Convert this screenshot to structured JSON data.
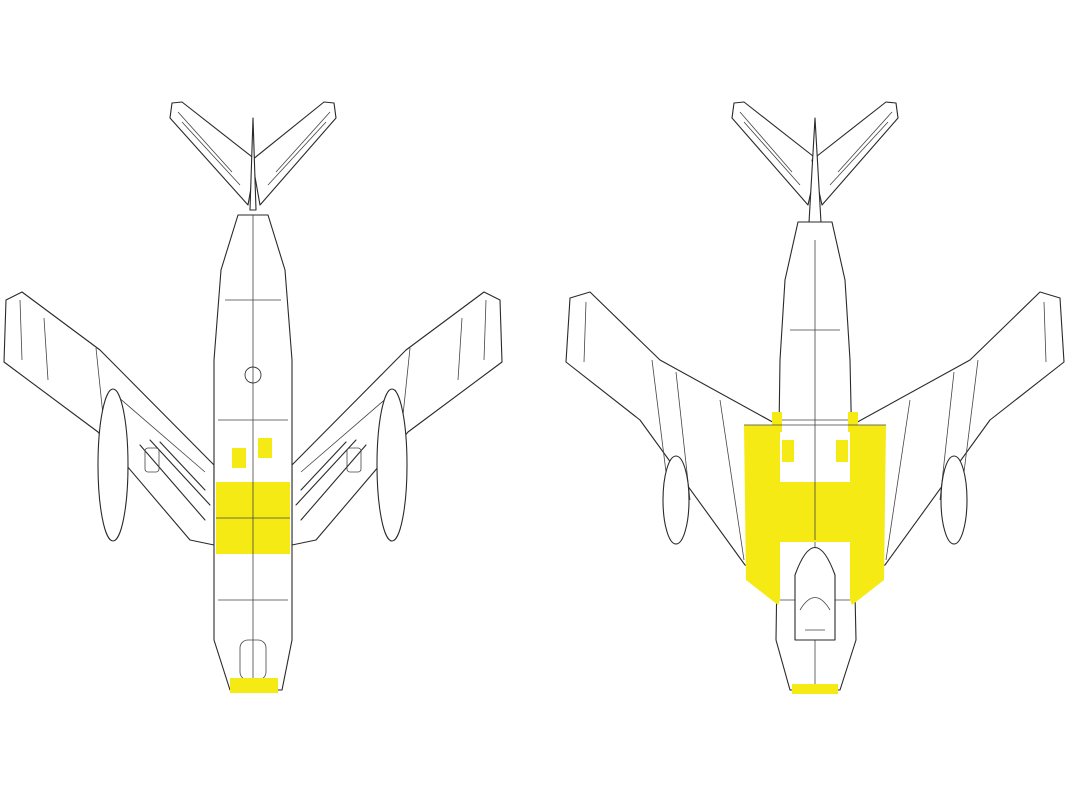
{
  "colors": {
    "mask": "#f5ea14",
    "line": "#2a2a2a",
    "background": "#ffffff"
  },
  "views": [
    {
      "id": "underside",
      "position": "left"
    },
    {
      "id": "topside",
      "position": "right"
    }
  ]
}
